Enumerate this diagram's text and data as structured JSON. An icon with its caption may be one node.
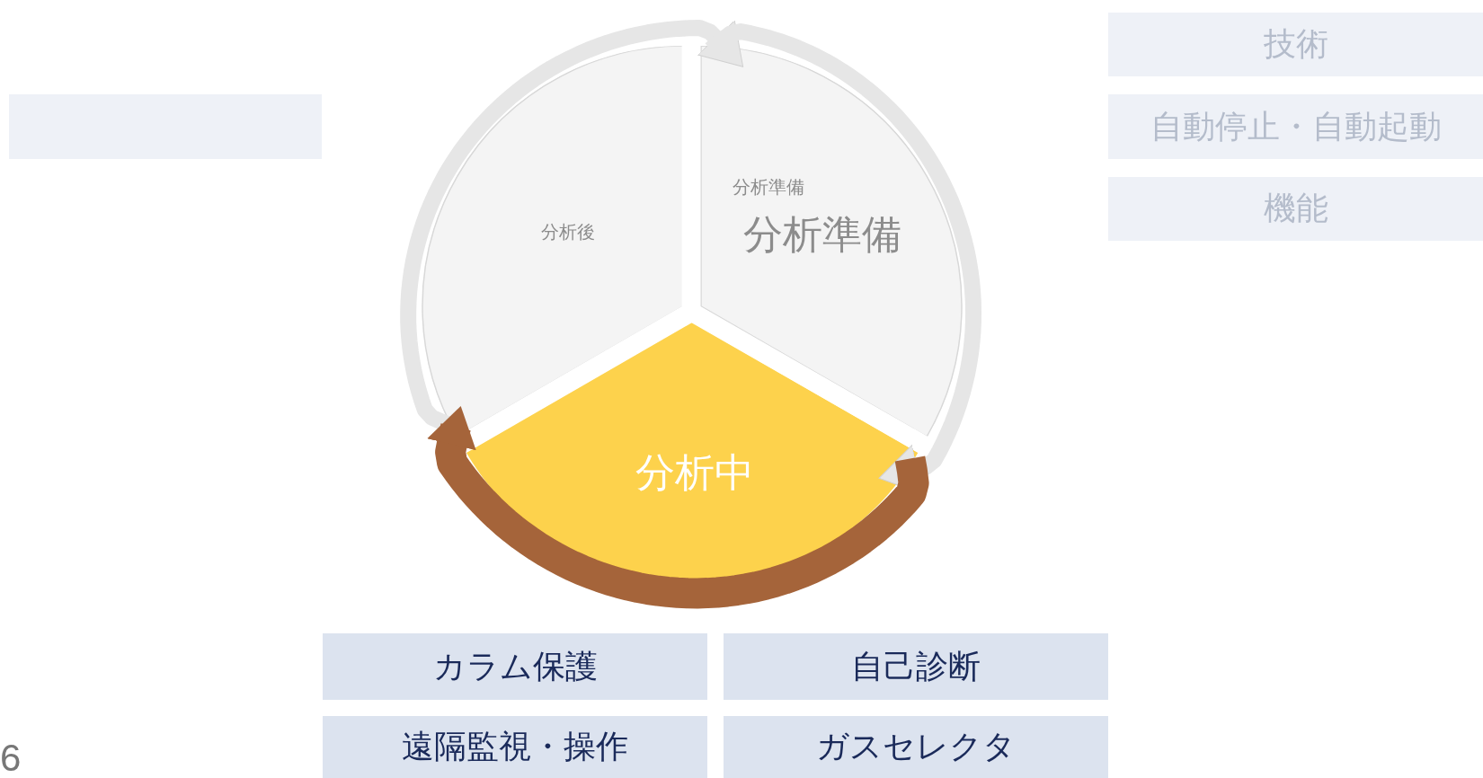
{
  "diagram": {
    "nodes": [
      {
        "text": [],
        "shape": "box"
      },
      {
        "text": [
          "分析後"
        ]
      },
      {
        "text": [
          "分析準備",
          "分析準備"
        ]
      },
      {
        "text": [
          "技術"
        ]
      },
      {
        "text": [
          "自動停止・自動起動"
        ]
      },
      {
        "text": [
          "機能"
        ]
      },
      {
        "text": [
          "分析中"
        ]
      },
      {
        "text": [
          "カラム保護"
        ]
      },
      {
        "text": [
          "自己診断"
        ]
      },
      {
        "text": [
          "遠隔監視・操作"
        ]
      },
      {
        "text": [
          "ガスセレクタ"
        ]
      }
    ],
    "edges": [
      {
        "from": 1,
        "to": 2,
        "arrow": "to"
      },
      {
        "from": 2,
        "to": 6,
        "arrow": "to"
      },
      {
        "from": 6,
        "to": 1,
        "arrow": "to",
        "style": "thick",
        "color": "#a5643a"
      }
    ],
    "labels": [
      "6"
    ]
  }
}
